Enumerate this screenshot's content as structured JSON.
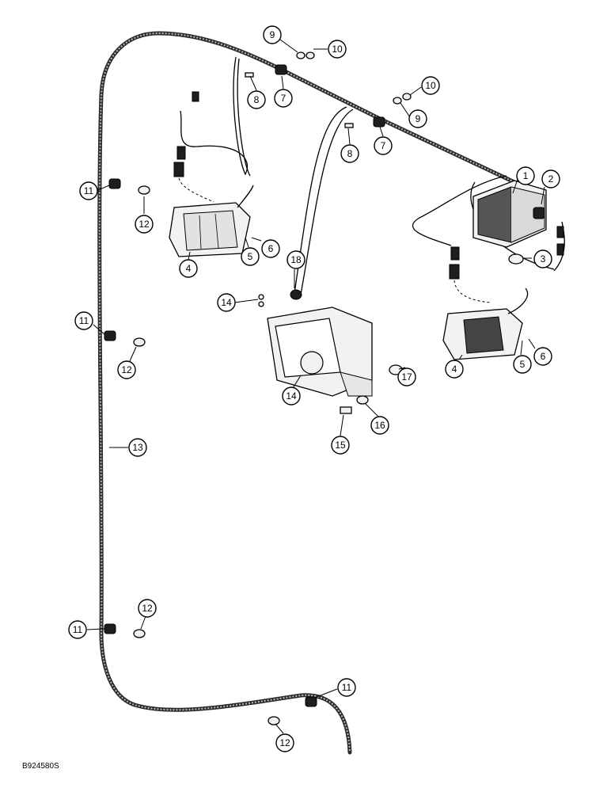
{
  "drawing_code": "B924580S",
  "labels": [
    {
      "text": "1"
    },
    {
      "text": "2"
    },
    {
      "text": "3"
    },
    {
      "text": "4"
    },
    {
      "text": "4"
    },
    {
      "text": "5"
    },
    {
      "text": "5"
    },
    {
      "text": "6"
    },
    {
      "text": "6"
    },
    {
      "text": "7"
    },
    {
      "text": "7"
    },
    {
      "text": "8"
    },
    {
      "text": "8"
    },
    {
      "text": "9"
    },
    {
      "text": "9"
    },
    {
      "text": "10"
    },
    {
      "text": "10"
    },
    {
      "text": "11"
    },
    {
      "text": "11"
    },
    {
      "text": "11"
    },
    {
      "text": "11"
    },
    {
      "text": "12"
    },
    {
      "text": "12"
    },
    {
      "text": "12"
    },
    {
      "text": "12"
    },
    {
      "text": "13"
    },
    {
      "text": "14"
    },
    {
      "text": "14"
    },
    {
      "text": "15"
    },
    {
      "text": "16"
    },
    {
      "text": "17"
    },
    {
      "text": "18"
    }
  ]
}
